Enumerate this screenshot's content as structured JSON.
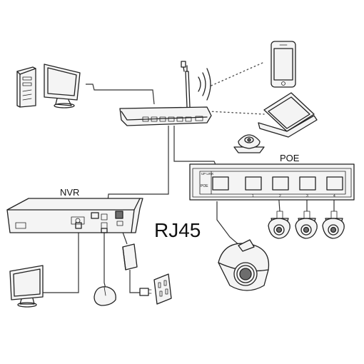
{
  "labels": {
    "nvr": "NVR",
    "poe": "POE",
    "rj45": "RJ45",
    "uplink": "UP LINK",
    "poe_small": "POE",
    "ports": [
      "1",
      "2",
      "3",
      "4"
    ]
  },
  "colors": {
    "line": "#222222",
    "background": "#ffffff"
  }
}
